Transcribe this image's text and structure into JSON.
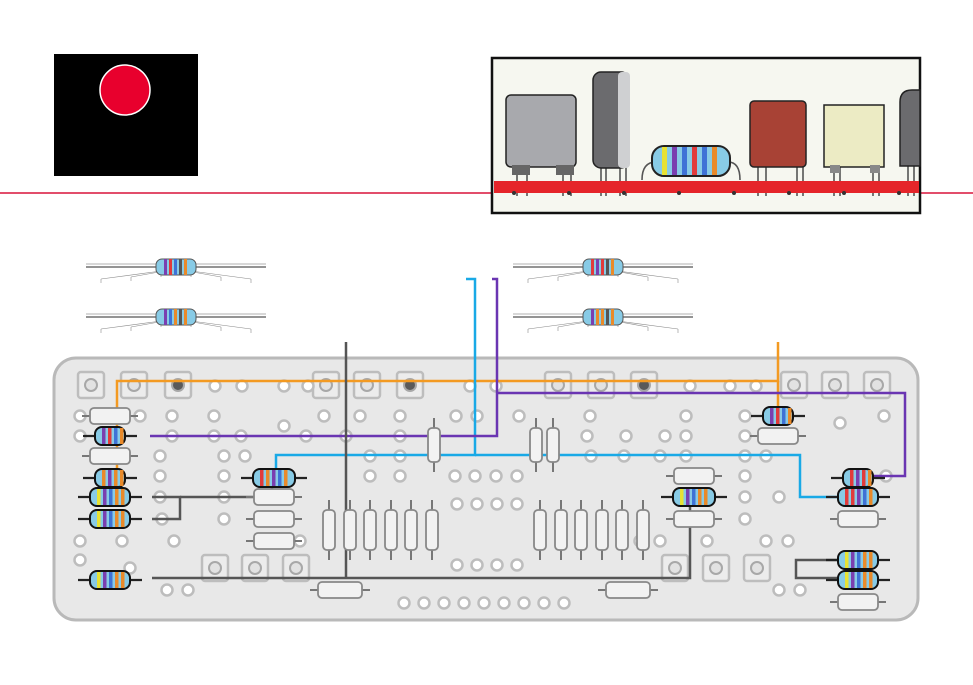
{
  "diagram": {
    "logo": {
      "name": "red-dot-logo",
      "colors": {
        "background": "#000000",
        "dot": "#e8002d"
      }
    },
    "header_rule_color": "#d9143a",
    "component_strip": {
      "items": [
        "electrolytic-capacitor",
        "film-capacitor",
        "resistor",
        "ceramic-capacitor",
        "box-capacitor",
        "electrolytic-capacitor-partial"
      ],
      "colors": {
        "strip": "#e5252a",
        "background": "#f6f7f0",
        "border": "#111111"
      }
    },
    "pcb": {
      "colors": {
        "board": "#e8e8e8",
        "outline": "#b9b9b9",
        "pad_ring": "#bdbdbd",
        "resistor_body": "#88cbe6"
      },
      "wire_colors": {
        "orange": "#f39a22",
        "blue": "#19a9e6",
        "purple": "#6a35b2",
        "gray": "#555555"
      }
    }
  }
}
